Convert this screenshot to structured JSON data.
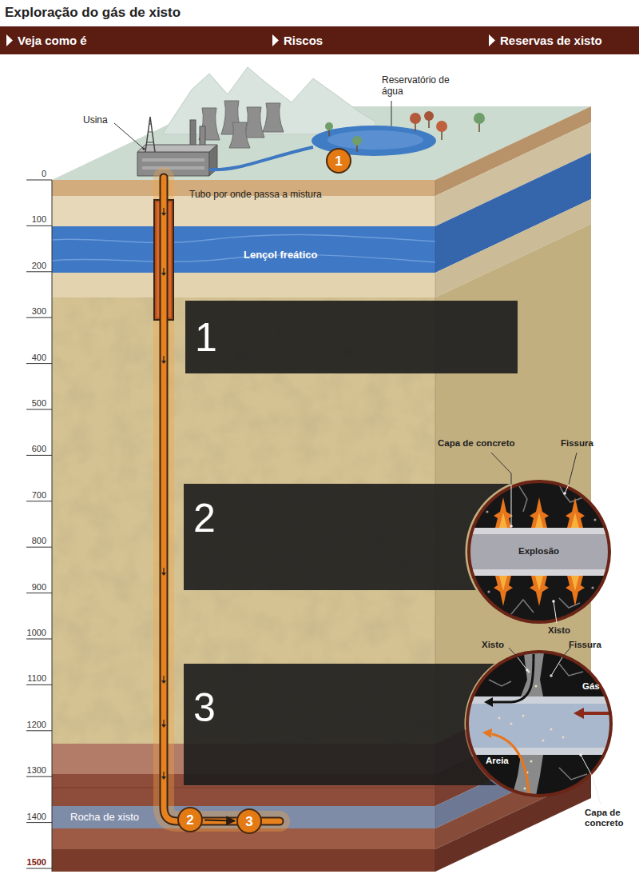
{
  "diagram": {
    "title": "Exploração do gás de xisto",
    "nodes": [
      {
        "text": [
          "1"
        ]
      },
      {
        "text": [
          "1"
        ]
      },
      {
        "text": [
          "2"
        ]
      },
      {
        "text": [
          "3"
        ]
      },
      {
        "text": [
          "2"
        ]
      },
      {
        "text": [
          "3"
        ]
      }
    ],
    "edges": [
      {
        "from": 4,
        "to": 5,
        "arrow": "to"
      }
    ],
    "labels": [
      "Veja como é",
      "Riscos",
      "Reservas de xisto",
      "Usina",
      "Reservatório de água",
      "Tubo por onde passa a mistura",
      "Lençol freático",
      "0",
      "100",
      "200",
      "300",
      "400",
      "500",
      "600",
      "700",
      "800",
      "900",
      "1000",
      "1100",
      "1200",
      "1300",
      "1400",
      "1500",
      "Capa de concreto",
      "Fissura",
      "Explosão",
      "Xisto",
      "Xisto",
      "Fissura",
      "Gás",
      "Areia",
      "Capa de concreto",
      "Rocha de xisto"
    ]
  }
}
